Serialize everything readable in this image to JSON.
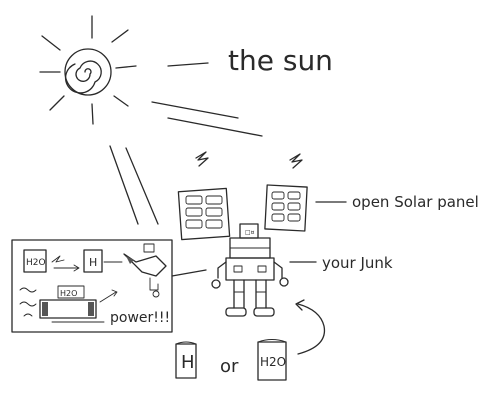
{
  "labels": {
    "sun": "the sun",
    "solar_panel": "open Solar panel",
    "robot": "your Junk",
    "fuel_left": "H",
    "or": "or",
    "fuel_right": "H2O"
  },
  "inset": {
    "water_can": "H2O",
    "hydrogen_can": "H",
    "cell": "H2O",
    "power": "power!!!"
  },
  "colors": {
    "ink": "#2a2a2a",
    "paper": "#ffffff"
  },
  "icons": [
    "sun-icon",
    "lightning-icon",
    "solar-panel-icon",
    "robot-icon",
    "can-icon",
    "curved-arrow-icon"
  ]
}
